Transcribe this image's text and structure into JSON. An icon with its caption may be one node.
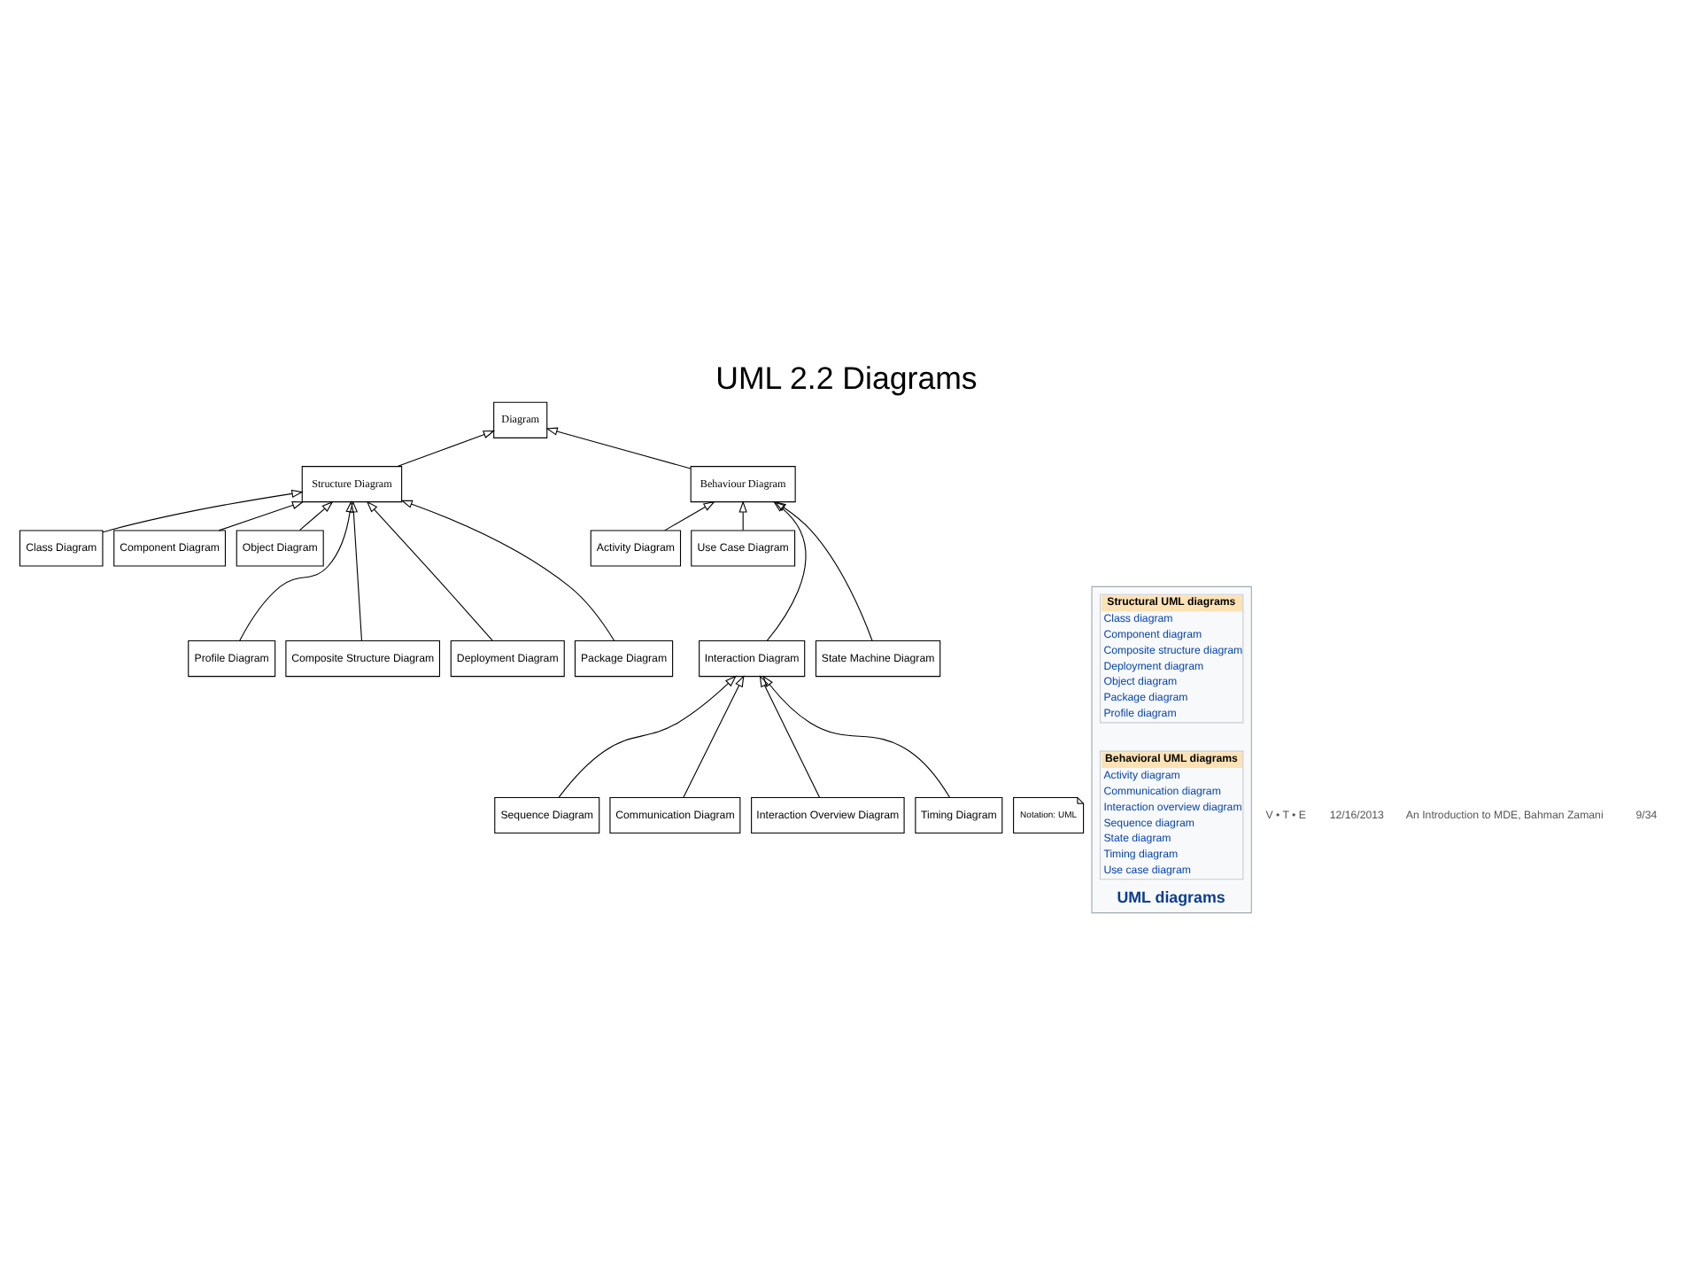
{
  "diagram": {
    "title": "UML 2.2 Diagrams",
    "nodes": [
      {
        "text": [
          "Diagram"
        ]
      },
      {
        "text": [
          "Structure Diagram"
        ]
      },
      {
        "text": [
          "Behaviour Diagram"
        ]
      },
      {
        "text": [
          "Class Diagram"
        ]
      },
      {
        "text": [
          "Component Diagram"
        ]
      },
      {
        "text": [
          "Object Diagram"
        ]
      },
      {
        "text": [
          "Profile Diagram"
        ]
      },
      {
        "text": [
          "Composite Structure Diagram"
        ]
      },
      {
        "text": [
          "Deployment Diagram"
        ]
      },
      {
        "text": [
          "Package Diagram"
        ]
      },
      {
        "text": [
          "Activity Diagram"
        ]
      },
      {
        "text": [
          "Use Case Diagram"
        ]
      },
      {
        "text": [
          "Interaction Diagram"
        ]
      },
      {
        "text": [
          "State Machine Diagram"
        ]
      },
      {
        "text": [
          "Sequence Diagram"
        ]
      },
      {
        "text": [
          "Communication Diagram"
        ]
      },
      {
        "text": [
          "Interaction Overview Diagram"
        ]
      },
      {
        "text": [
          "Timing Diagram"
        ]
      },
      {
        "text": [
          "Notation: UML"
        ]
      },
      {
        "text": [
          "UML diagrams"
        ]
      },
      {
        "text": [
          "Structural UML diagrams",
          "Class diagram",
          "Component diagram",
          "Composite structure diagram",
          "Deployment diagram",
          "Object diagram",
          "Package diagram",
          "Profile diagram"
        ],
        "in": 19
      },
      {
        "text": [
          "Behavioral UML diagrams",
          "Activity diagram",
          "Communication diagram",
          "Interaction overview diagram",
          "Sequence diagram",
          "State diagram",
          "Timing diagram",
          "Use case diagram"
        ],
        "in": 19
      }
    ],
    "edges": [
      {
        "from": 1,
        "to": 0,
        "arrow": "to"
      },
      {
        "from": 2,
        "to": 0,
        "arrow": "to"
      },
      {
        "from": 3,
        "to": 1,
        "arrow": "to"
      },
      {
        "from": 4,
        "to": 1,
        "arrow": "to"
      },
      {
        "from": 5,
        "to": 1,
        "arrow": "to"
      },
      {
        "from": 6,
        "to": 1,
        "arrow": "to"
      },
      {
        "from": 7,
        "to": 1,
        "arrow": "to"
      },
      {
        "from": 8,
        "to": 1,
        "arrow": "to"
      },
      {
        "from": 9,
        "to": 1,
        "arrow": "to"
      },
      {
        "from": 10,
        "to": 2,
        "arrow": "to"
      },
      {
        "from": 11,
        "to": 2,
        "arrow": "to"
      },
      {
        "from": 12,
        "to": 2,
        "arrow": "to"
      },
      {
        "from": 13,
        "to": 2,
        "arrow": "to"
      },
      {
        "from": 14,
        "to": 12,
        "arrow": "to"
      },
      {
        "from": 15,
        "to": 12,
        "arrow": "to"
      },
      {
        "from": 16,
        "to": 12,
        "arrow": "to"
      },
      {
        "from": 17,
        "to": 12,
        "arrow": "to"
      }
    ],
    "labels": [
      "V • T • E",
      "12/16/2013",
      "An Introduction to MDE, Bahman Zamani",
      "9/34"
    ]
  }
}
